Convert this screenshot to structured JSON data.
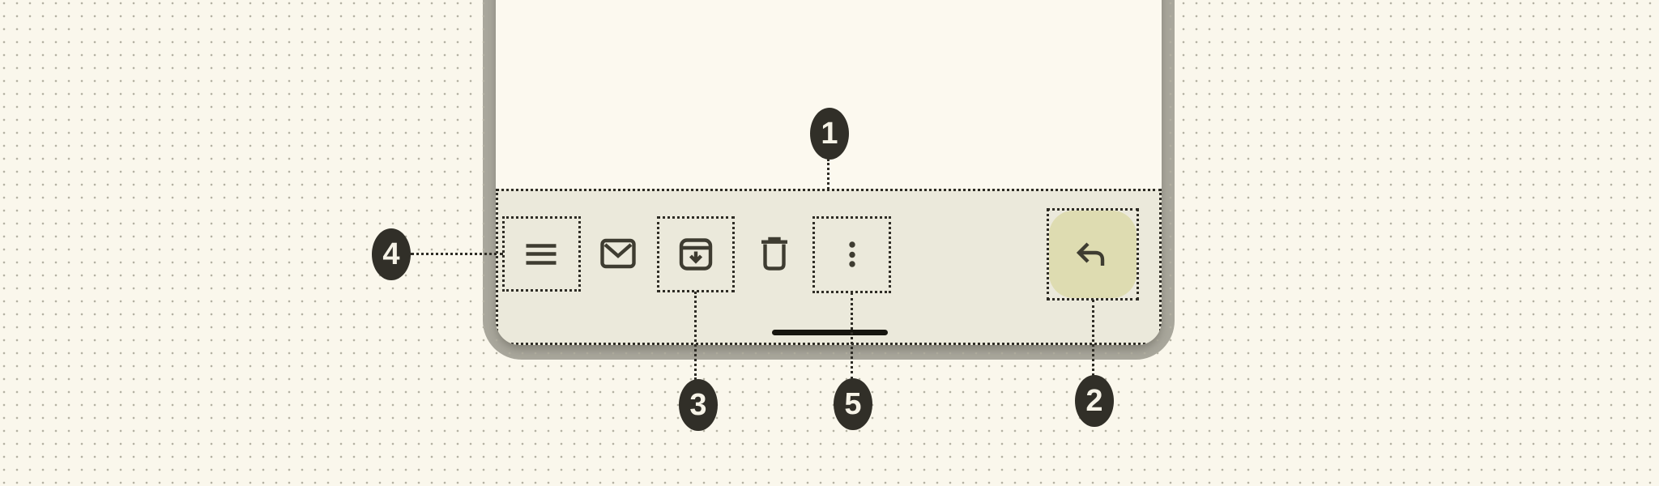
{
  "canvas": {
    "background_color": "#faf7ec",
    "dot_color": "#b4b1a3"
  },
  "device": {
    "frame_color": "#a9a79c",
    "screen_color": "#fcf9ef",
    "home_indicator_color": "#16150f"
  },
  "toolbar": {
    "background_color": "#ebe9db",
    "icon_color": "#3e3c31",
    "outline_color": "#2e2c25",
    "reply_highlight_color": "#dedcb1",
    "items": [
      {
        "id": "menu",
        "icon": "menu-icon",
        "callout_boxed": true
      },
      {
        "id": "mail",
        "icon": "mail-icon",
        "callout_boxed": false
      },
      {
        "id": "archive",
        "icon": "archive-icon",
        "callout_boxed": true
      },
      {
        "id": "delete",
        "icon": "trash-icon",
        "callout_boxed": false
      },
      {
        "id": "more",
        "icon": "more-vert-icon",
        "callout_boxed": true
      },
      {
        "id": "reply",
        "icon": "reply-icon",
        "callout_boxed": true
      }
    ]
  },
  "callouts": {
    "badge_color": "#312f28",
    "badge_text_color": "#f6f3e7",
    "items": [
      {
        "number": "1",
        "target": "bottom-toolbar"
      },
      {
        "number": "2",
        "target": "reply-button"
      },
      {
        "number": "3",
        "target": "archive-button"
      },
      {
        "number": "4",
        "target": "menu-button"
      },
      {
        "number": "5",
        "target": "more-options-button"
      }
    ]
  }
}
